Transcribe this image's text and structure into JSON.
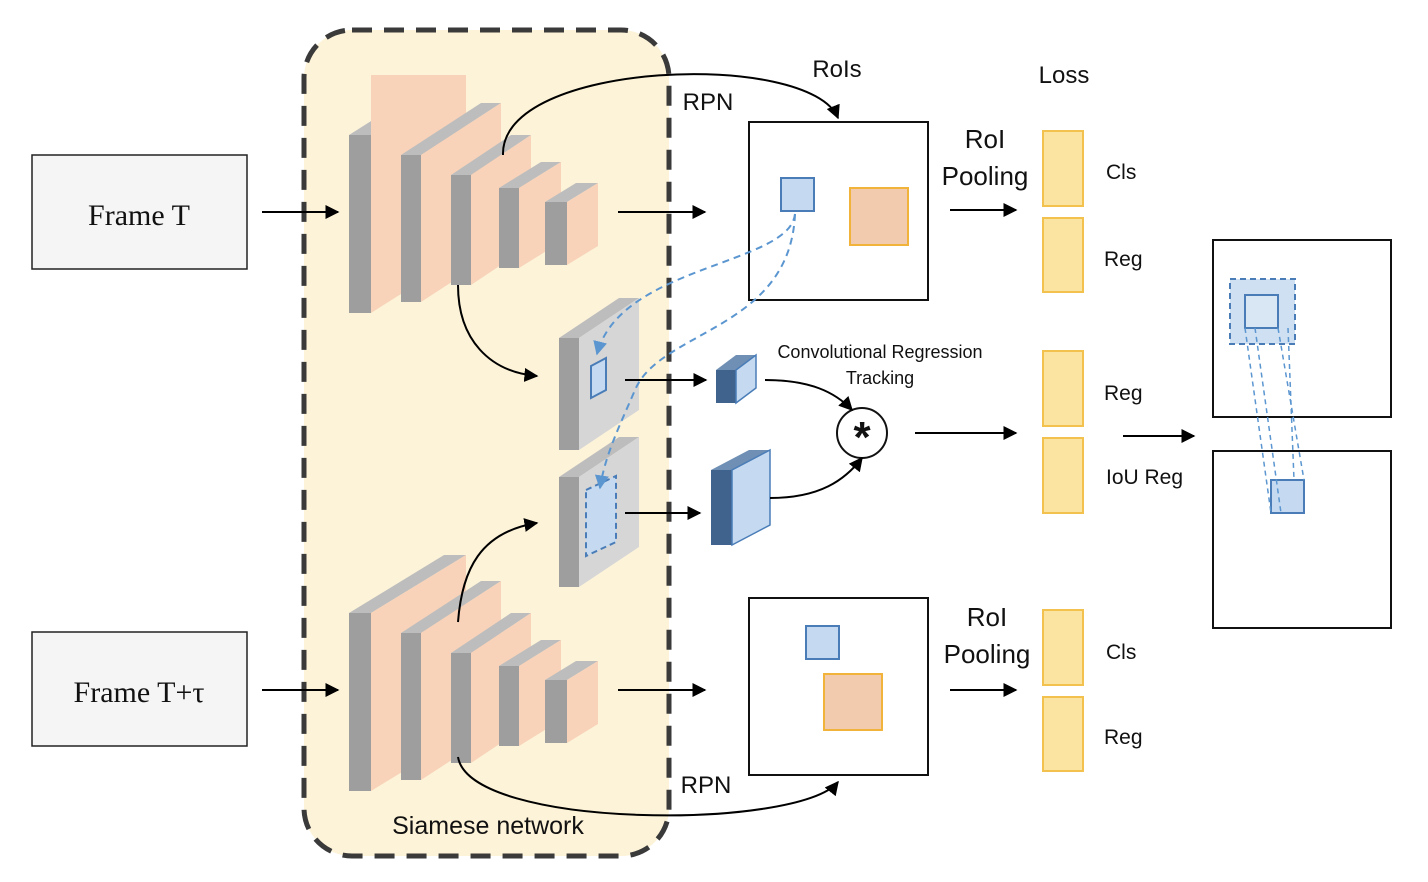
{
  "inputs": {
    "frame_t": "Frame T",
    "frame_t_tau": "Frame T+τ"
  },
  "siamese_label": "Siamese network",
  "rpn_top": "RPN",
  "rpn_bottom": "RPN",
  "rois_label": "RoIs",
  "loss_label": "Loss",
  "roi_pooling_top": {
    "line1": "RoI",
    "line2": "Pooling"
  },
  "roi_pooling_bottom": {
    "line1": "RoI",
    "line2": "Pooling"
  },
  "tracking": {
    "line1": "Convolutional Regression",
    "line2": "Tracking"
  },
  "correlation_symbol": "*",
  "heads": {
    "top_cls": "Cls",
    "top_reg": "Reg",
    "track_reg": "Reg",
    "track_iou": "IoU Reg",
    "bottom_cls": "Cls",
    "bottom_reg": "Reg"
  },
  "colors": {
    "siamese_bg": "#FDF3D8",
    "feature_face": "#F8D3B9",
    "feature_side": "#9E9E9E",
    "gray_face": "#D6D6D6",
    "blue_light": "#C5DAF0",
    "blue_dark": "#3F638C",
    "blue_stroke": "#4A7DB8",
    "orange_fill": "#F2CBAE",
    "orange_stroke": "#F2B33A",
    "loss_fill": "#FBE4A1",
    "loss_stroke": "#F2C14E",
    "dashed_link": "#5B96D0"
  }
}
